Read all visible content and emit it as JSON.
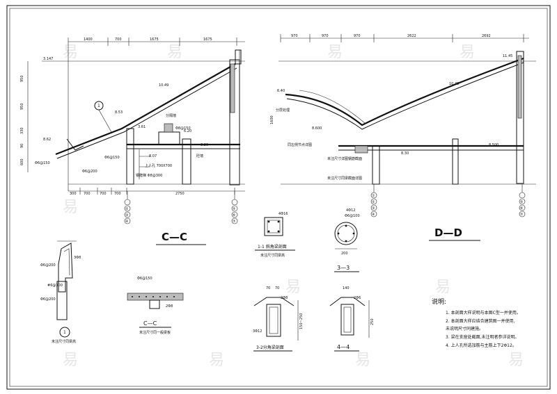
{
  "sections": {
    "cc": {
      "title": "C—C"
    },
    "dd": {
      "title": "D—D"
    },
    "s11": {
      "title": "1-1 斜角梁剖面",
      "note": "未注尺寸同梁高",
      "rebar": "4Φ16"
    },
    "s33": {
      "title": "3—3",
      "rebar": "4Φ12",
      "stirrup": "Φ6@100",
      "dim": "200"
    },
    "s32": {
      "title": "3-2分角梁剖面",
      "d1": "70",
      "d2": "70",
      "d3": "2Φ8",
      "d4": "3Φ12",
      "d5": "150~250"
    },
    "s44": {
      "title": "4—4",
      "d1": "140",
      "d2": "2Φ6",
      "d3": "250"
    },
    "det1": {
      "num": "1",
      "note": "未注尺寸同梁高",
      "r1": "3Φ8",
      "r2": "Φ6@200",
      "r3": "Φ6@200",
      "r4": "#6@300"
    },
    "detC": {
      "title": "C—C",
      "note": "未注尺寸同一般梁板",
      "r1": "Φ6@150",
      "r2": "2Φ8"
    }
  },
  "cc_dims": {
    "top": [
      "1400",
      "700",
      "1675",
      "1675"
    ],
    "bottom": [
      "300",
      "700",
      "700",
      "700",
      "2750"
    ],
    "levels": [
      "3.147",
      "10.49",
      "8.53",
      "8.62",
      "8.20",
      "8.07",
      "6.20",
      "3.61"
    ],
    "left": [
      "950",
      "950",
      "330",
      "90",
      "600"
    ],
    "labels": [
      "Φ6@150",
      "Φ6@200",
      "Φ6@150",
      "上人孔 700X700",
      "钢爬梯 Φ8@300",
      "砼墙",
      "分隔墙",
      "Φ8@150"
    ],
    "axes_left": [
      "②",
      "③",
      "④"
    ],
    "axes_right": [
      "⑤",
      "⑥",
      "⑦"
    ],
    "circle": "1"
  },
  "dd_dims": {
    "top": [
      "970",
      "970",
      "970",
      "2622",
      "2692"
    ],
    "levels": [
      "6.40",
      "10.49",
      "11.45",
      "8.500",
      "8.600",
      "8.30",
      "1600"
    ],
    "labels": [
      "分层处理",
      "同左侧节点详图",
      "未注尺寸同梁截面详图",
      "未注尺寸详图钢筋截面"
    ],
    "axes_left": [
      "①",
      "②",
      "③",
      "④"
    ],
    "axes_right": [
      "⑤",
      "⑥",
      "⑦"
    ]
  },
  "notes": {
    "heading": "说明:",
    "items": [
      "1. 本剖面大样说明与本图C型一并使用。",
      "2. 本剖面大样应结合建筑图一并使用,",
      "   未说明尺寸同建施。",
      "3. 梁在支座处截面,未注明者参详说明。",
      "4. 上人孔所选加筋与主筋上下2Φ12。"
    ]
  },
  "watermark": "易"
}
